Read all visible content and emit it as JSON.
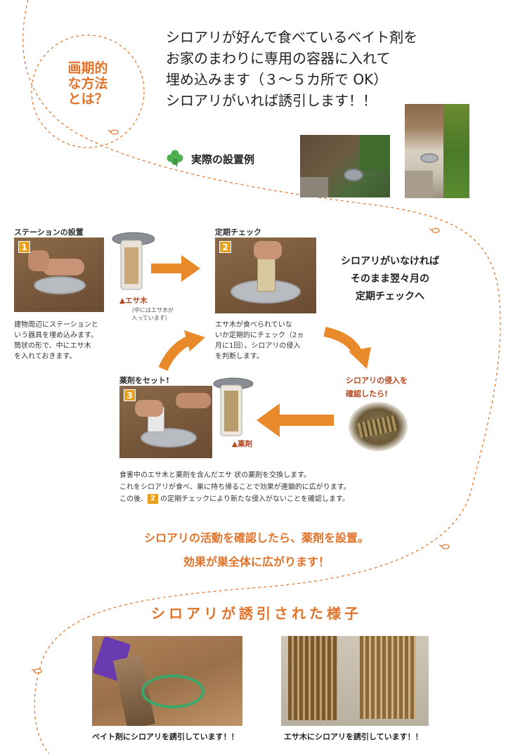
{
  "header": {
    "badge_line1": "画期的",
    "badge_line2": "な方法",
    "badge_line3": "とは？"
  },
  "intro": {
    "line1": "シロアリが好んで食べているベイト剤を",
    "line2": "お家のまわりに専用の容器に入れて",
    "line3": "埋め込みます（３～５カ所で OK）",
    "line4": "シロアリがいれば誘引します！！"
  },
  "example": {
    "label": "実際の設置例",
    "icon": "clover-icon"
  },
  "steps": {
    "step1": {
      "title": "ステーションの設置",
      "number": "1",
      "desc1": "建物周辺にステーションと",
      "desc2": "いう器具を埋め込みます。",
      "desc3": "筒状の形で、中にエサ木",
      "desc4": "を入れておきます。",
      "label": "▲エサ木",
      "sub1": "（中にはエサ木が",
      "sub2": "入っています）"
    },
    "step2": {
      "title": "定期チェック",
      "number": "2",
      "desc1": "エサ木が食べられていな",
      "desc2": "いか定期的にチェック（2ヵ",
      "desc3": "月に1回）。シロアリの侵入",
      "desc4": "を判断します。"
    },
    "step3": {
      "title": "薬剤をセット!",
      "number": "3",
      "label": "▲薬剤"
    },
    "no_termite": {
      "line1": "シロアリがいなければ",
      "line2": "そのまま翌々月の",
      "line3": "定期チェックへ"
    },
    "found": {
      "line1": "シロアリの侵入を",
      "line2": "確認したら!"
    }
  },
  "explanation": {
    "line1": "食害中のエサ木と薬剤を含んだエサ 状の薬剤を交換します。",
    "line2": "これをシロアリが食べ、巣に持ち帰ることで効果が連鎖的に広がります。",
    "line3_pre": "この後、",
    "line3_tag": "2",
    "line3_post": " の定期チェックにより新たな侵入がないことを確認します。"
  },
  "summary": {
    "line1": "シロアリの活動を確認したら、薬剤を設置。",
    "line2": "効果が巣全体に広がります！"
  },
  "gallery": {
    "title": "シロアリが誘引された様子",
    "caption1": "ベイト剤にシロアリを誘引しています！！",
    "caption2": "エサ木にシロアリを誘引しています！！"
  },
  "colors": {
    "accent": "#e0732a",
    "number_badge": "#e8a11c",
    "dark_label": "#b5471d"
  }
}
